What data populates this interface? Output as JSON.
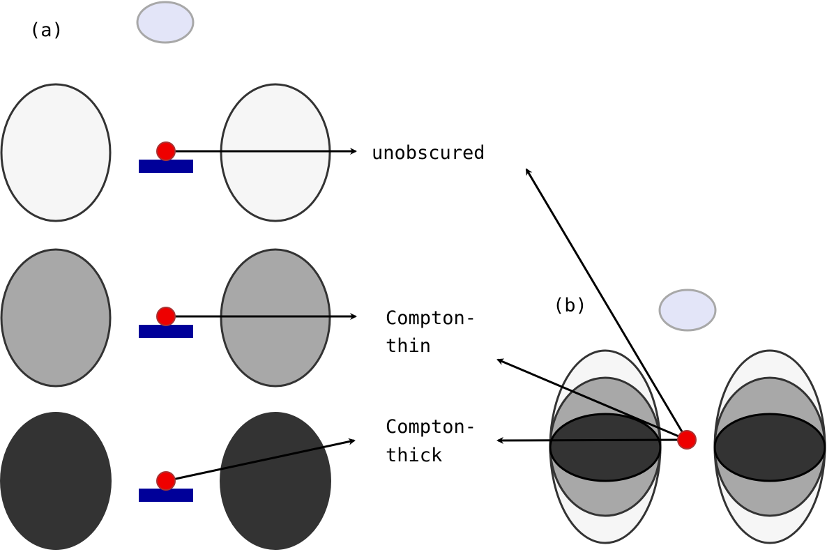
{
  "panels": {
    "a": {
      "label": "(a)",
      "rows": [
        {
          "name": "unobscured",
          "label_lines": [
            "unobscured"
          ],
          "fill": "#f6f6f6"
        },
        {
          "name": "compton-thin",
          "label_lines": [
            "Compton-",
            "thin"
          ],
          "fill": "#a8a8a8"
        },
        {
          "name": "compton-thick",
          "label_lines": [
            "Compton-",
            "thick"
          ],
          "fill": "#333333"
        }
      ]
    },
    "b": {
      "label": "(b)"
    }
  },
  "colors": {
    "outline": "#333333",
    "source": "#ee0000",
    "source_outline": "#aa3333",
    "disk": "#000099",
    "cloud_fill": "#e3e5f8",
    "cloud_outline": "#a8a8a8",
    "arrow": "#000000"
  }
}
